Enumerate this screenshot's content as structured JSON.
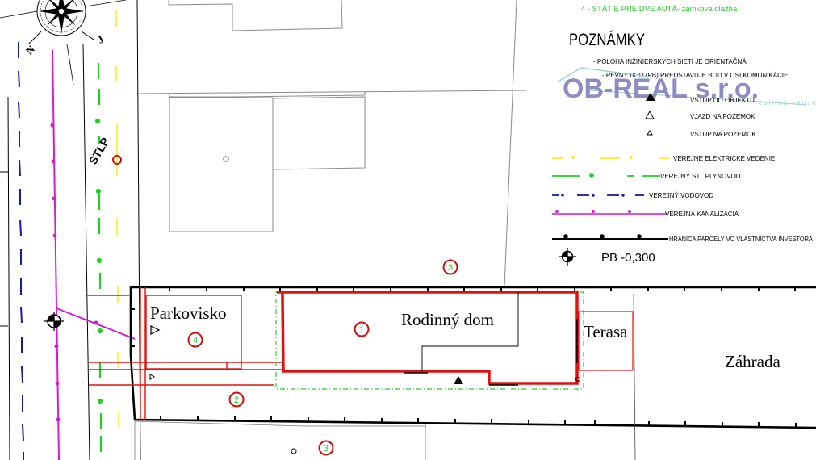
{
  "header": {
    "legend_item_4": "4 - STÁTIE PRE DVE AUTÁ- zámková dlažba",
    "notes_title": "POZNÁMKY",
    "notes": [
      "- POLOHA INŽINIERSKYCH SIETÍ JE ORIENTAČNÁ.",
      "- PEVNÝ BOD (PB) PREDSTAVUJE BOD V OSI KOMUNIKÁCIE"
    ]
  },
  "watermark": {
    "company": "OB-REAL s.r.o.",
    "subtitle": "realitná kancelária"
  },
  "symbols": [
    {
      "icon": "filled-triangle-icon",
      "label": "VSTUP DO OBJEKTU"
    },
    {
      "icon": "outline-triangle-icon",
      "label": "VJAZD NA POZEMOK"
    },
    {
      "icon": "small-triangle-icon",
      "label": "VSTUP NA POZEMOK"
    }
  ],
  "utility_lines": [
    {
      "label": "VEREJNÉ ELEKTRICKÉ VEDENIE",
      "color": "#f2f200"
    },
    {
      "label": "VEREJNÝ STL PLYNOVOD",
      "color": "#22d022"
    },
    {
      "label": "VEREJNÝ VODOVOD",
      "color": "#1a1aa8"
    },
    {
      "label": "VEREJNÁ KANALIZÁCIA",
      "color": "#d41ad4"
    },
    {
      "label": "HRANICA PARCELY VO VLASTNÍCTVA INVESTORA",
      "color": "#000000"
    }
  ],
  "benchmark": {
    "label": "PB -0,300"
  },
  "plan": {
    "labels": {
      "parking": "Parkovisko",
      "house": "Rodinný dom",
      "terrace": "Terasa",
      "garden": "Záhrada",
      "gas_pole": "STLP"
    },
    "markers": [
      {
        "num": "1",
        "desc": "house"
      },
      {
        "num": "2",
        "desc": "driveway"
      },
      {
        "num": "3",
        "desc": "neighbour plot (north)"
      },
      {
        "num": "3",
        "desc": "neighbour plot (south)"
      },
      {
        "num": "4",
        "desc": "parking"
      }
    ]
  },
  "compass": {
    "north_label": "N",
    "south_label": "J"
  },
  "colors": {
    "plot_boundary": "#000000",
    "building": "#e01010",
    "marker_ring": "#d01010",
    "marker_text": "#22d022",
    "setback": "#22d022",
    "watermark": "#7b78b8",
    "watermark_sub": "#9fd0d0"
  }
}
